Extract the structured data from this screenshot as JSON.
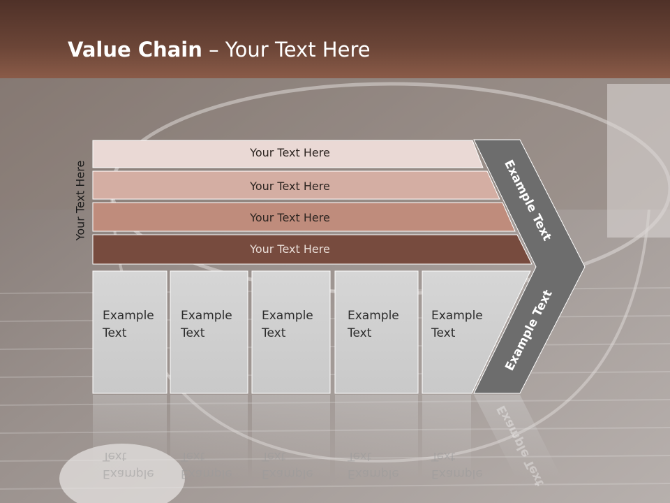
{
  "slide": {
    "title_bold": "Value Chain",
    "title_rest": " – Your Text Here",
    "side_label": "Your Text Here",
    "bars": [
      "Your Text Here",
      "Your Text Here",
      "Your Text Here",
      "Your Text Here"
    ],
    "boxes": [
      {
        "line1": "Example",
        "line2": "Text"
      },
      {
        "line1": "Example",
        "line2": "Text"
      },
      {
        "line1": "Example",
        "line2": "Text"
      },
      {
        "line1": "Example",
        "line2": "Text"
      },
      {
        "line1": "Example",
        "line2": "Text"
      }
    ],
    "chevron_top": "Example Text",
    "chevron_bottom": "Example Text"
  },
  "colors": {
    "header": "#5a3b30",
    "bar1": "#ead9d5",
    "bar2": "#d4aea3",
    "bar3": "#bf8c7c",
    "bar4": "#774b3e",
    "box": "#d1d1d1",
    "chevron": "#6d6d6d"
  }
}
